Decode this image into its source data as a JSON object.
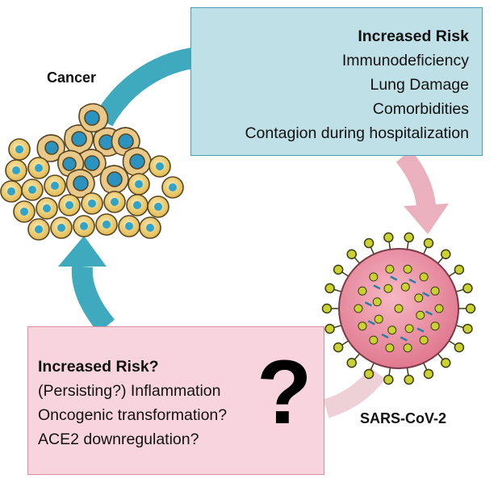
{
  "nodes": {
    "cancer": {
      "label": "Cancer"
    },
    "virus": {
      "label": "SARS-CoV-2"
    }
  },
  "top_box": {
    "title": "Increased Risk",
    "items": [
      "Immunodeficiency",
      "Lung Damage",
      "Comorbidities",
      "Contagion during hospitalization"
    ]
  },
  "bottom_box": {
    "title": "Increased Risk?",
    "items": [
      "(Persisting?) Inflammation",
      "Oncogenic transformation?",
      "ACE2 downregulation?"
    ],
    "symbol": "?"
  },
  "colors": {
    "teal_arrow": "#3fa9bd",
    "pink_arrow": "#eab0be",
    "top_box_fill": "#bfe0e6",
    "bottom_box_fill": "#f8d5de",
    "cell_fill": "#f2d47e",
    "cell_nucleus": "#2fa3c9",
    "virus_body": "#ef8fa2",
    "virus_spike": "#c9d231"
  }
}
